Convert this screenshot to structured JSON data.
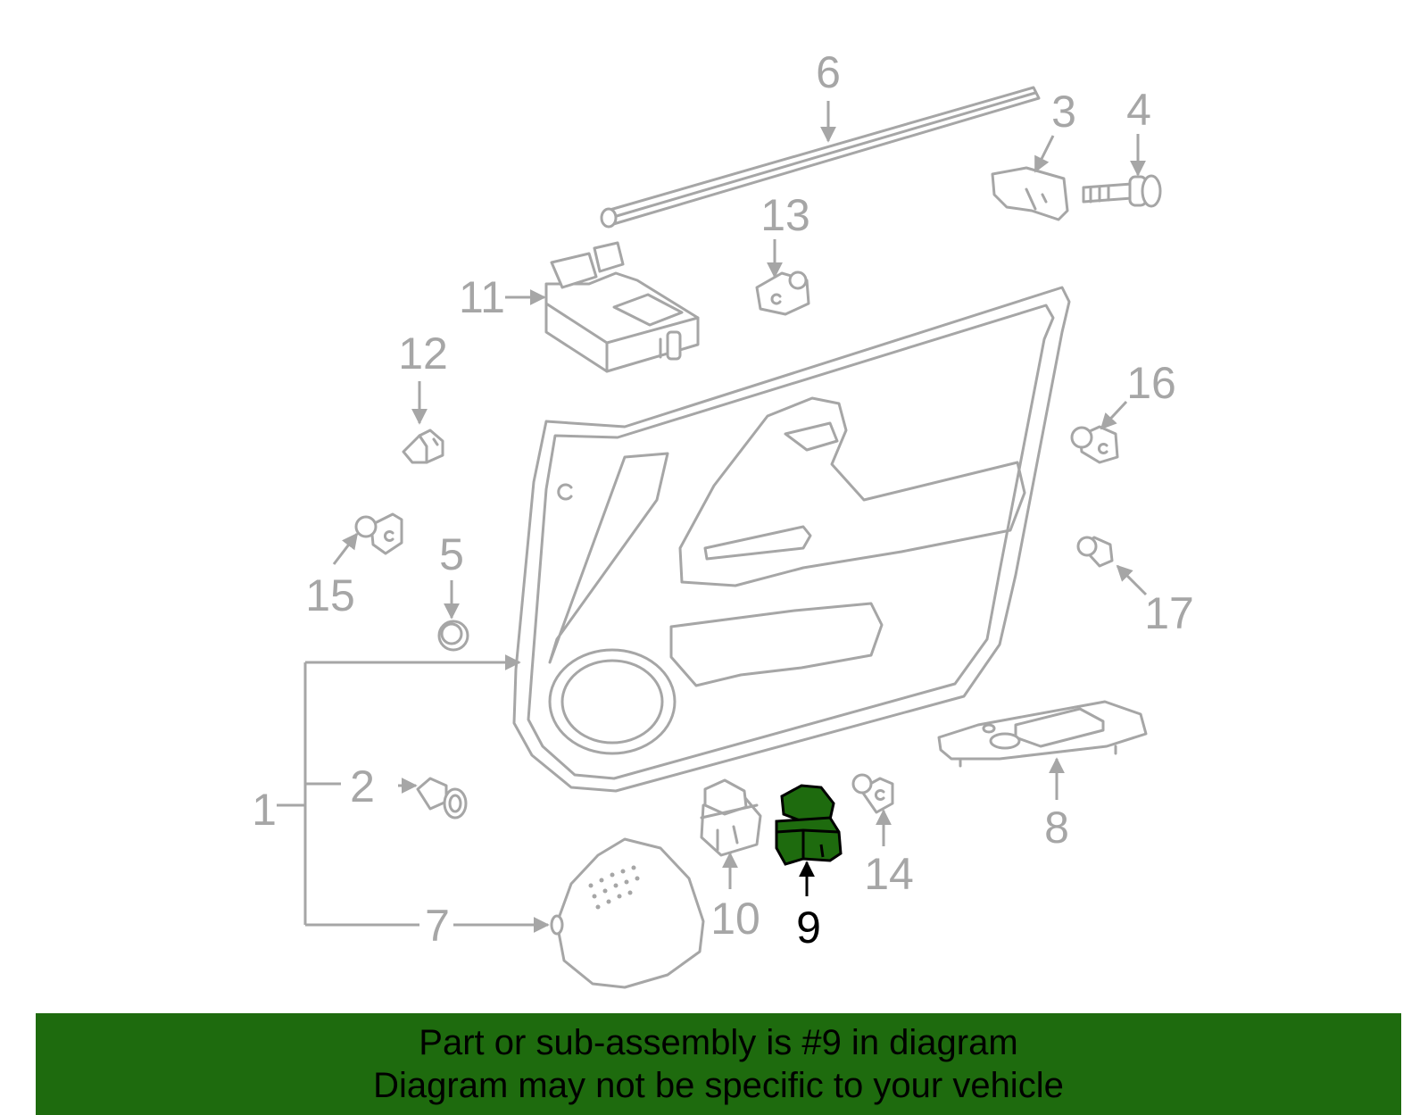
{
  "callouts": {
    "c1": "1",
    "c2": "2",
    "c3": "3",
    "c4": "4",
    "c5": "5",
    "c6": "6",
    "c7": "7",
    "c8": "8",
    "c9": "9",
    "c10": "10",
    "c11": "11",
    "c12": "12",
    "c13": "13",
    "c14": "14",
    "c15": "15",
    "c16": "16",
    "c17": "17"
  },
  "highlight": {
    "part": "9",
    "color": "#1e6b0e"
  },
  "banner": {
    "line1": "Part or sub-assembly is #9 in diagram",
    "line2": "Diagram may not be specific to your vehicle",
    "background": "#1e6b0e"
  }
}
